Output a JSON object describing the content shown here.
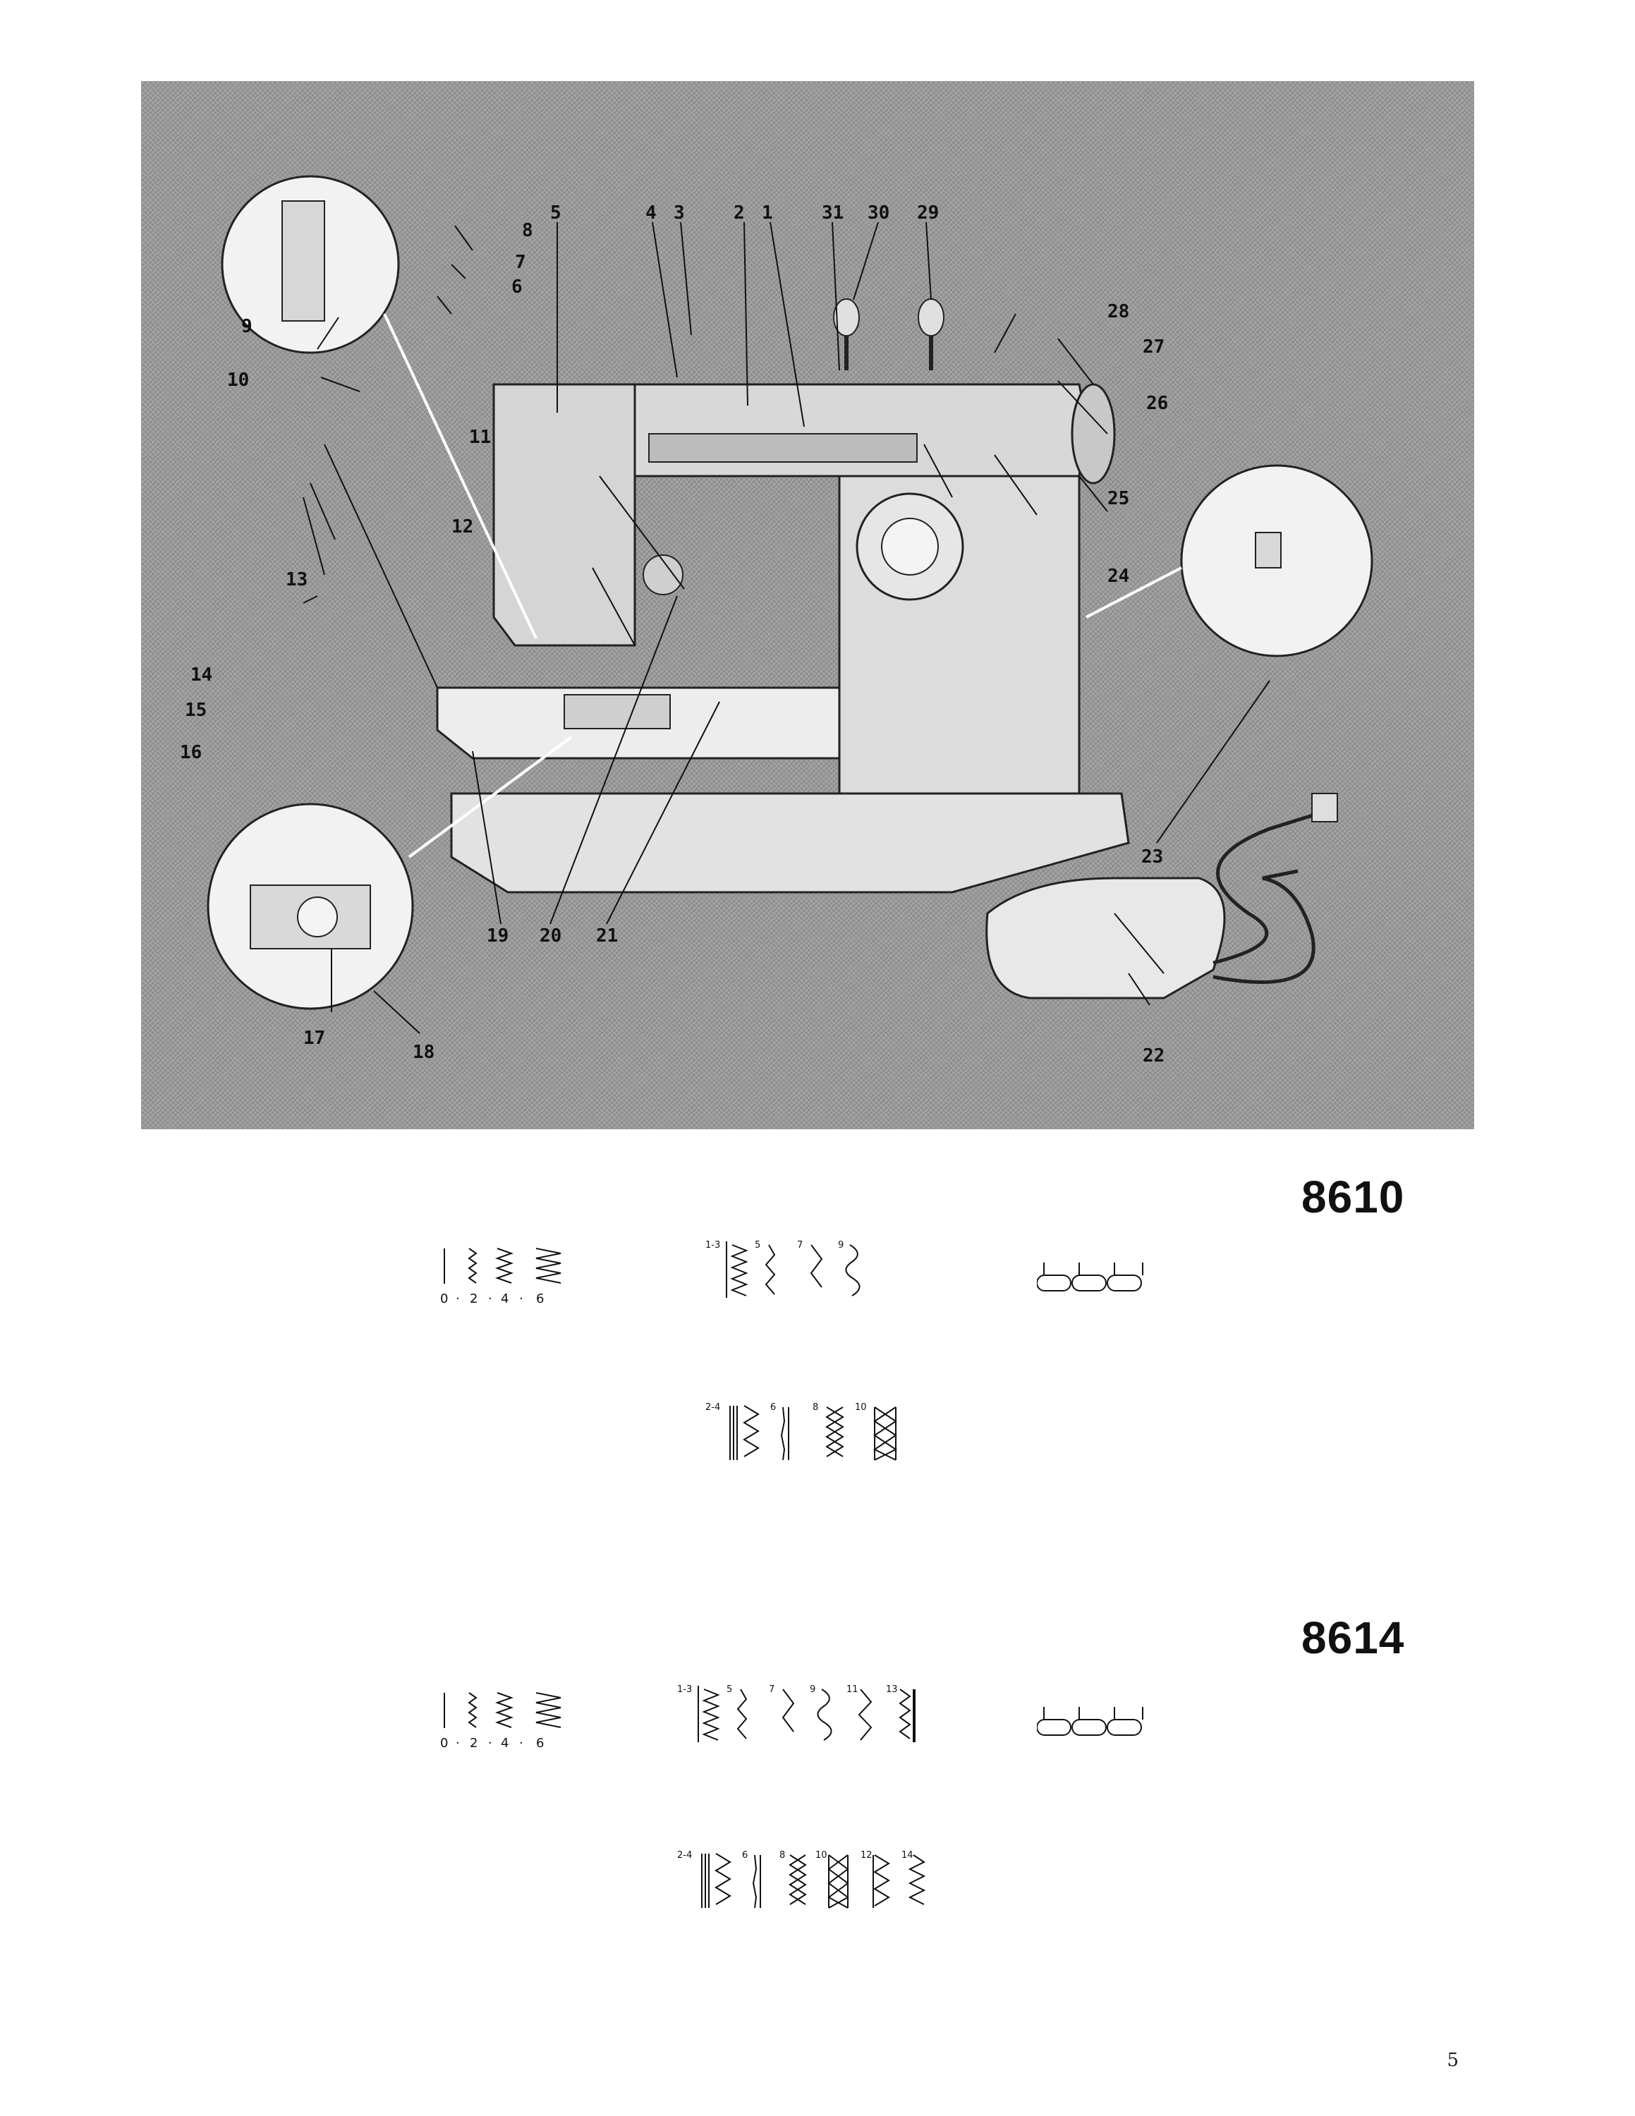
{
  "figure": {
    "callouts": [
      "1",
      "2",
      "3",
      "4",
      "5",
      "6",
      "7",
      "8",
      "9",
      "10",
      "11",
      "12",
      "13",
      "14",
      "15",
      "16",
      "17",
      "18",
      "19",
      "20",
      "21",
      "22",
      "23",
      "24",
      "25",
      "26",
      "27",
      "28",
      "29",
      "30",
      "31"
    ]
  },
  "models": [
    {
      "name": "8610",
      "width_dial": [
        "0",
        "·",
        "2",
        "·",
        "4",
        "·",
        "6"
      ],
      "stitch_labels_row1": [
        "1-3",
        "5",
        "7",
        "9"
      ],
      "stitch_labels_row2": [
        "2-4",
        "6",
        "8",
        "10"
      ]
    },
    {
      "name": "8614",
      "width_dial": [
        "0",
        "·",
        "2",
        "·",
        "4",
        "·",
        "6"
      ],
      "stitch_labels_row1": [
        "1-3",
        "5",
        "7",
        "9",
        "11",
        "13"
      ],
      "stitch_labels_row2": [
        "2-4",
        "6",
        "8",
        "10",
        "12",
        "14"
      ]
    }
  ],
  "page_number": "5"
}
